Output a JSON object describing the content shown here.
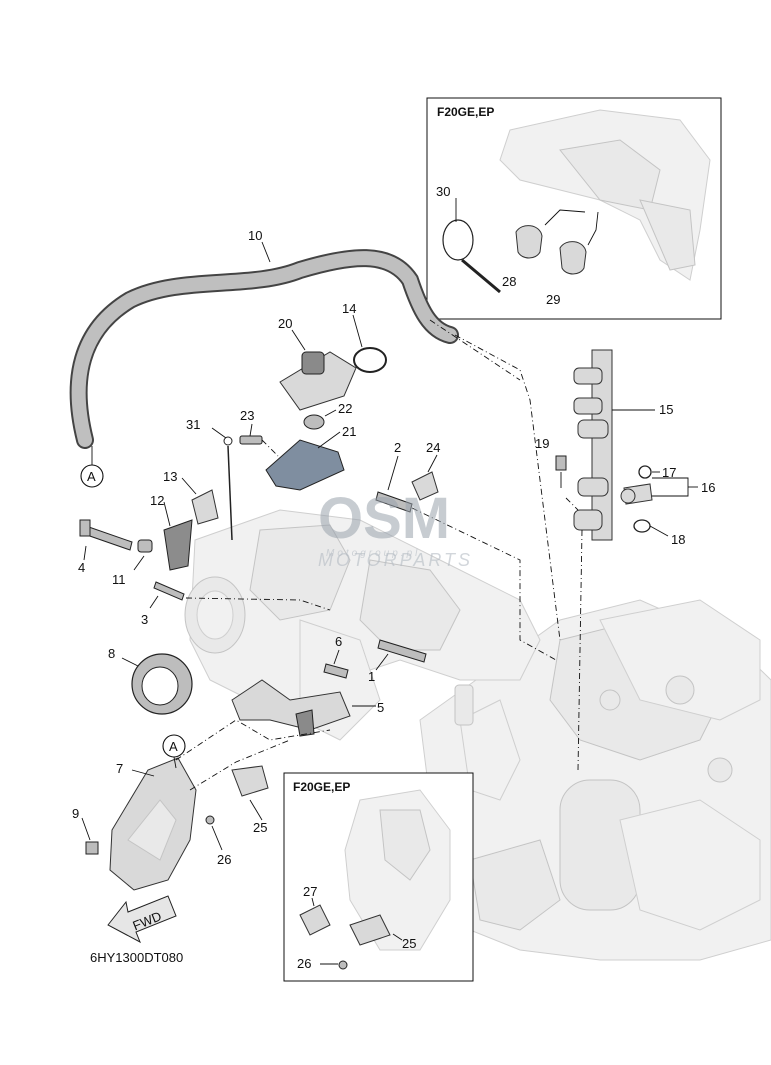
{
  "diagram": {
    "drawing_code": "6HY1300DT080",
    "fwd_arrow_label": "FWD",
    "watermark": {
      "main": "OSM",
      "sub": "MOTORPARTS",
      "small": "Motogroup.pl"
    },
    "insets": [
      {
        "title": "F20GE,EP",
        "callouts": [
          "30",
          "28",
          "29"
        ]
      },
      {
        "title": "F20GE,EP",
        "callouts": [
          "27",
          "25",
          "26"
        ]
      }
    ],
    "reference_marks": [
      "A",
      "A"
    ],
    "callouts": [
      "1",
      "2",
      "3",
      "4",
      "5",
      "6",
      "7",
      "8",
      "9",
      "10",
      "11",
      "12",
      "13",
      "14",
      "15",
      "16",
      "17",
      "18",
      "19",
      "20",
      "21",
      "22",
      "23",
      "24",
      "25",
      "26",
      "31"
    ]
  }
}
